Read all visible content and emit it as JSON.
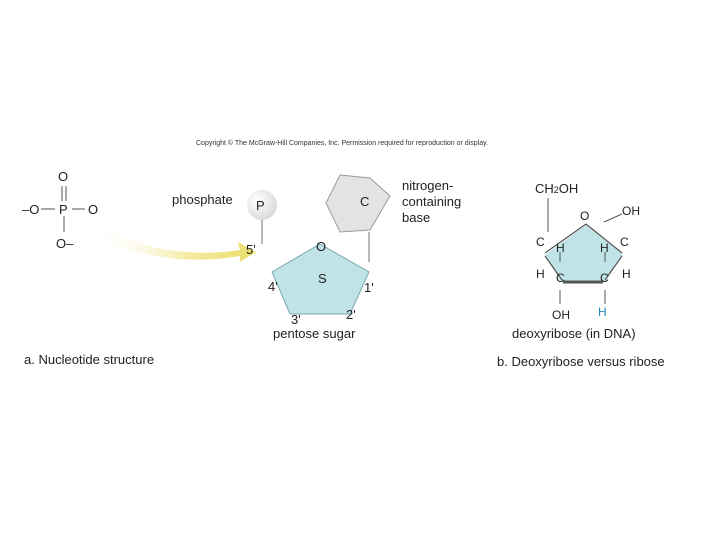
{
  "copyright": "Copyright © The McGraw-Hill Companies, Inc. Permission required for reproduction or display.",
  "phosphate_group": {
    "o_top": "O",
    "o_left": "–O",
    "p": "P",
    "o_right": "O",
    "o_bottom": "O–"
  },
  "nucleotide": {
    "phosphate_label": "phosphate",
    "p_symbol": "P",
    "base_symbol": "C",
    "base_label": [
      "nitrogen-",
      "containing",
      "base"
    ],
    "ring_o": "O",
    "sugar_symbol": "S",
    "pos_5": "5'",
    "pos_4": "4'",
    "pos_3": "3'",
    "pos_2": "2'",
    "pos_1": "1'",
    "sugar_label": "pentose sugar",
    "caption": "a. Nucleotide structure"
  },
  "deoxyribose": {
    "ch2": "CH",
    "ch2_sub": "2",
    "oh_suffix": "OH",
    "ring_o": "O",
    "oh_top": "OH",
    "c_left": "C",
    "h_left": "H",
    "h_right": "H",
    "c_right": "C",
    "h_low_left": "H",
    "c_low_left": "C",
    "c_low_right": "C",
    "h_low_right": "H",
    "oh_bottom": "OH",
    "h_cyan": "H",
    "label": "deoxyribose (in DNA)",
    "caption": "b. Deoxyribose versus ribose"
  },
  "colors": {
    "sugar_fill": "#bfe3e6",
    "base_fill": "#e3e3e3",
    "phosphate_fill": "#f5efb0",
    "highlight_h": "#1e8fc0",
    "bond": "#555555"
  }
}
